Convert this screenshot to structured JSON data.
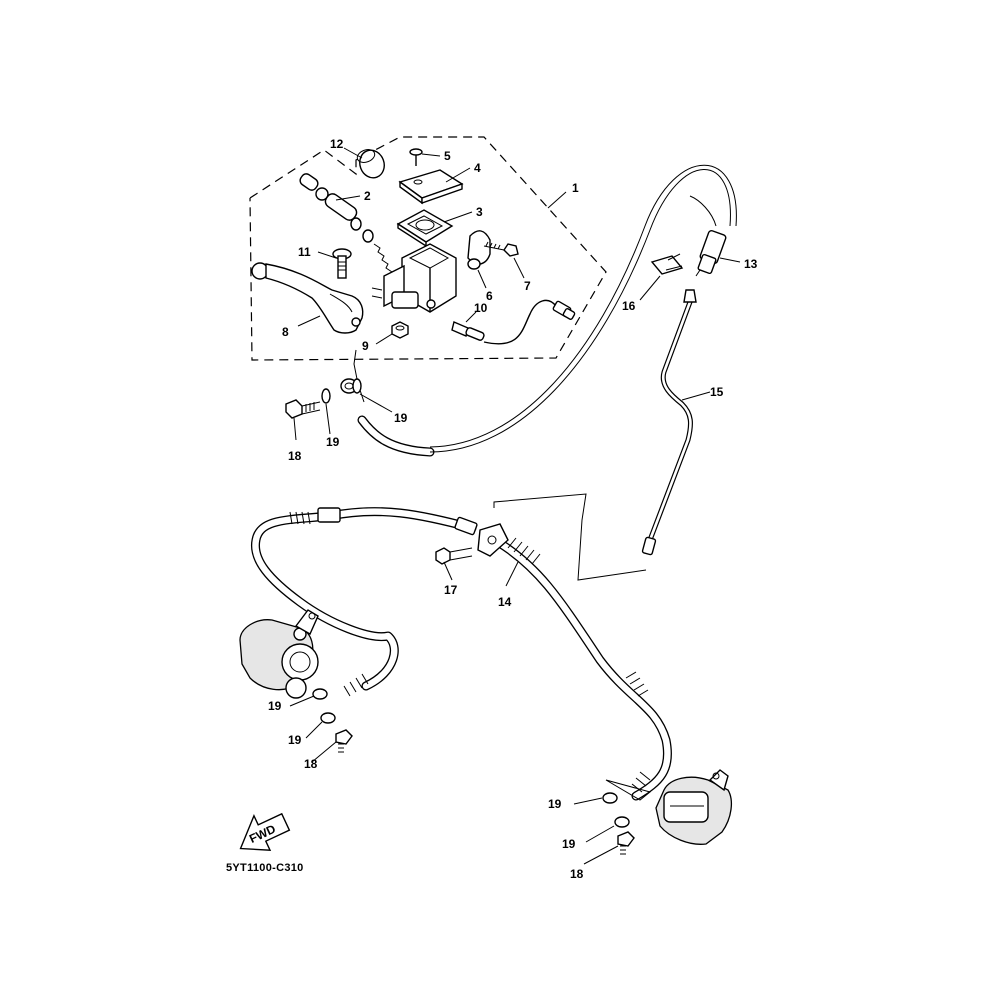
{
  "diagram": {
    "code": "5YT1100-C310",
    "fwd_label": "FWD",
    "callouts": [
      {
        "id": "c1",
        "label": "1"
      },
      {
        "id": "c2",
        "label": "2"
      },
      {
        "id": "c3",
        "label": "3"
      },
      {
        "id": "c4",
        "label": "4"
      },
      {
        "id": "c5",
        "label": "5"
      },
      {
        "id": "c6",
        "label": "6"
      },
      {
        "id": "c7",
        "label": "7"
      },
      {
        "id": "c8",
        "label": "8"
      },
      {
        "id": "c9",
        "label": "9"
      },
      {
        "id": "c10",
        "label": "10"
      },
      {
        "id": "c11",
        "label": "11"
      },
      {
        "id": "c12",
        "label": "12"
      },
      {
        "id": "c13",
        "label": "13"
      },
      {
        "id": "c14",
        "label": "14"
      },
      {
        "id": "c15",
        "label": "15"
      },
      {
        "id": "c16",
        "label": "16"
      },
      {
        "id": "c17",
        "label": "17"
      },
      {
        "id": "c18a",
        "label": "18"
      },
      {
        "id": "c18b",
        "label": "18"
      },
      {
        "id": "c18c",
        "label": "18"
      },
      {
        "id": "c19a",
        "label": "19"
      },
      {
        "id": "c19b",
        "label": "19"
      },
      {
        "id": "c19c",
        "label": "19"
      },
      {
        "id": "c19d",
        "label": "19"
      },
      {
        "id": "c19e",
        "label": "19"
      },
      {
        "id": "c19f",
        "label": "19"
      }
    ]
  }
}
